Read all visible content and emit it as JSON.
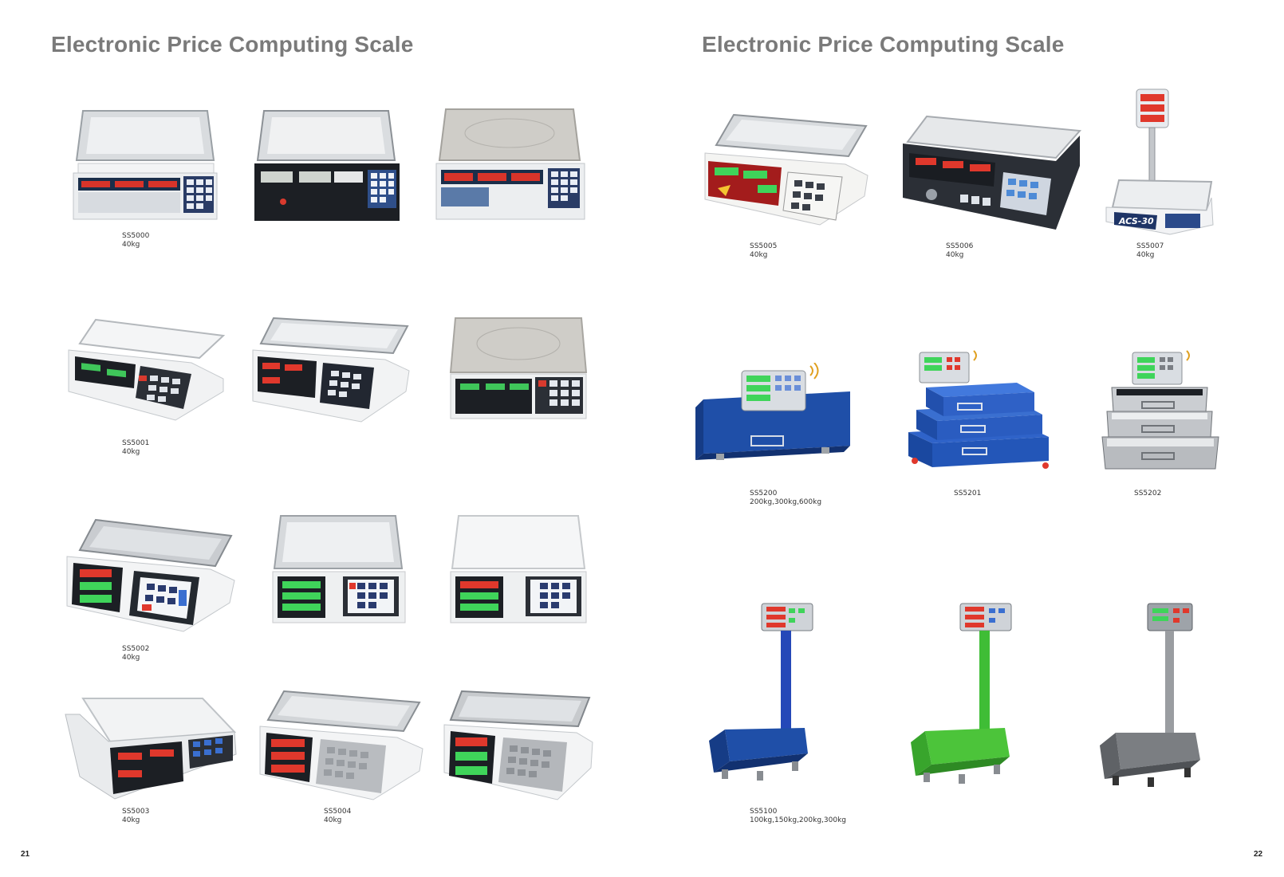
{
  "left_page": {
    "title": "Electronic Price Computing Scale",
    "page_number": "21",
    "products": [
      {
        "model": "SS5000",
        "capacity": "40kg"
      },
      {
        "model": "SS5001",
        "capacity": "40kg"
      },
      {
        "model": "SS5002",
        "capacity": "40kg"
      },
      {
        "model": "SS5003",
        "capacity": "40kg"
      },
      {
        "model": "SS5004",
        "capacity": "40kg"
      }
    ]
  },
  "right_page": {
    "title": "Electronic Price Computing Scale",
    "page_number": "22",
    "products": [
      {
        "model": "SS5005",
        "capacity": "40kg"
      },
      {
        "model": "SS5006",
        "capacity": "40kg"
      },
      {
        "model": "SS5007",
        "capacity": "40kg"
      },
      {
        "model": "SS5200",
        "capacity": "200kg,300kg,600kg"
      },
      {
        "model": "SS5201",
        "capacity": ""
      },
      {
        "model": "SS5202",
        "capacity": ""
      },
      {
        "model": "SS5100",
        "capacity": "100kg,150kg,200kg,300kg"
      }
    ]
  },
  "scale_display_label": "ACS-30",
  "colors": {
    "title": "#7a7a7a",
    "platform_blue": "#1f4fa8",
    "platform_green": "#4cc43a",
    "platform_gray": "#6d6f72",
    "display_red": "#e0382c",
    "display_green": "#3fd45a"
  }
}
